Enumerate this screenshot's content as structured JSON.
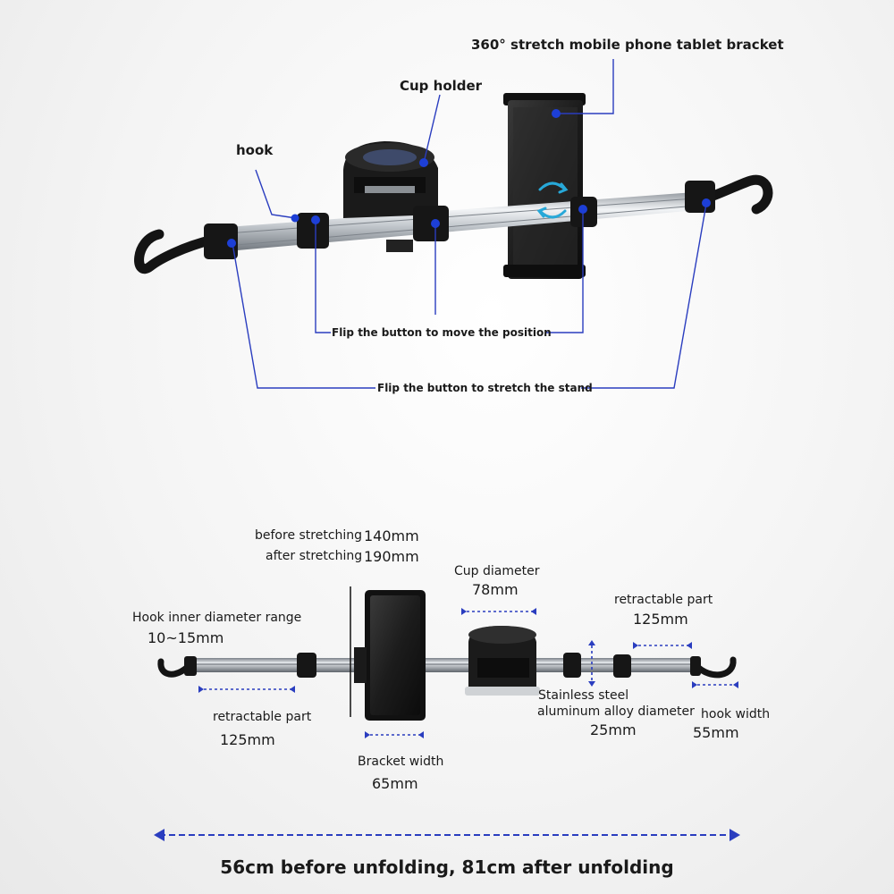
{
  "colors": {
    "annotation_blue": "#2a3dbf",
    "dot_blue": "#1d3fd6",
    "plastic_black": "#151515",
    "metal_silver": "#c8ccd1"
  },
  "top_diagram": {
    "labels": {
      "tablet_bracket": "360° stretch mobile phone tablet bracket",
      "cup_holder": "Cup holder",
      "hook": "hook",
      "flip_move": "Flip the button to move the position",
      "flip_stretch": "Flip the button to stretch the stand"
    },
    "icons": [
      "rotate-arrows-icon"
    ]
  },
  "bottom_diagram": {
    "bracket_span": {
      "before_label": "before stretching",
      "before_value": "140mm",
      "after_label": "after stretching",
      "after_value": "190mm"
    },
    "cup_diameter": {
      "label": "Cup diameter",
      "value": "78mm"
    },
    "retractable_right": {
      "label": "retractable part",
      "value": "125mm"
    },
    "hook_inner": {
      "label": "Hook inner diameter range",
      "value": "10~15mm"
    },
    "retractable_left": {
      "label": "retractable part",
      "value": "125mm"
    },
    "tube_diameter": {
      "label_line1": "Stainless steel",
      "label_line2": "aluminum alloy diameter",
      "value": "25mm"
    },
    "hook_width": {
      "label": "hook width",
      "value": "55mm"
    },
    "bracket_width": {
      "label": "Bracket width",
      "value": "65mm"
    }
  },
  "footer": {
    "total_length": "56cm before unfolding, 81cm after unfolding"
  }
}
